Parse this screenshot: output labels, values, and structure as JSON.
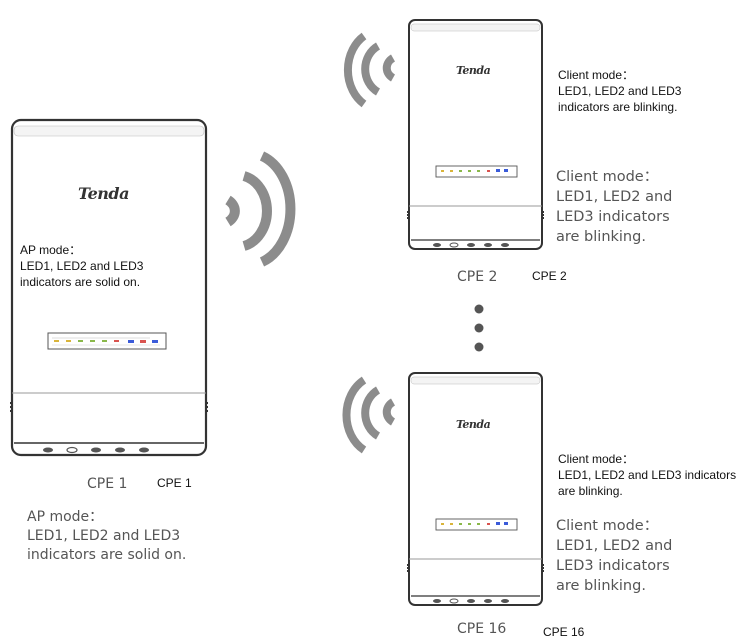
{
  "devices": {
    "cpe1": {
      "brand": "Tenda",
      "label": "CPE 1",
      "overlay_label": "CPE 1",
      "note_small": {
        "line1": "AP mode：",
        "line2": "LED1, LED2 and LED3",
        "line3": "indicators are solid on."
      },
      "note_large": {
        "line1": "AP mode：",
        "line2": "LED1, LED2 and LED3",
        "line3": "indicators are solid on."
      }
    },
    "cpe2": {
      "brand": "Tenda",
      "label": "CPE 2",
      "overlay_label": "CPE 2",
      "note_small": {
        "line1": "Client mode：",
        "line2": "LED1, LED2 and LED3",
        "line3": "indicators are blinking."
      },
      "note_large": {
        "line1": "Client mode：",
        "line2": "LED1, LED2 and",
        "line3": "LED3 indicators",
        "line4": "are blinking."
      }
    },
    "cpe16": {
      "brand": "Tenda",
      "label": "CPE 16",
      "overlay_label": "CPE 16",
      "note_small": {
        "line1": "Client mode：",
        "line2": "LED1, LED2 and LED3 indicators",
        "line3": "are blinking."
      },
      "note_large": {
        "line1": "Client mode：",
        "line2": "LED1, LED2 and",
        "line3": "LED3 indicators",
        "line4": "are blinking."
      }
    }
  },
  "icons": {
    "signal": "wifi-signal-icon",
    "ellipsis": "vertical-ellipsis-icon"
  },
  "colors": {
    "device_outline": "#333333",
    "signal": "#8c8c8c",
    "led_blue": "#3a5bd9",
    "led_green": "#8ab84a",
    "led_red": "#d9534f",
    "led_yellow": "#d9b43a"
  }
}
